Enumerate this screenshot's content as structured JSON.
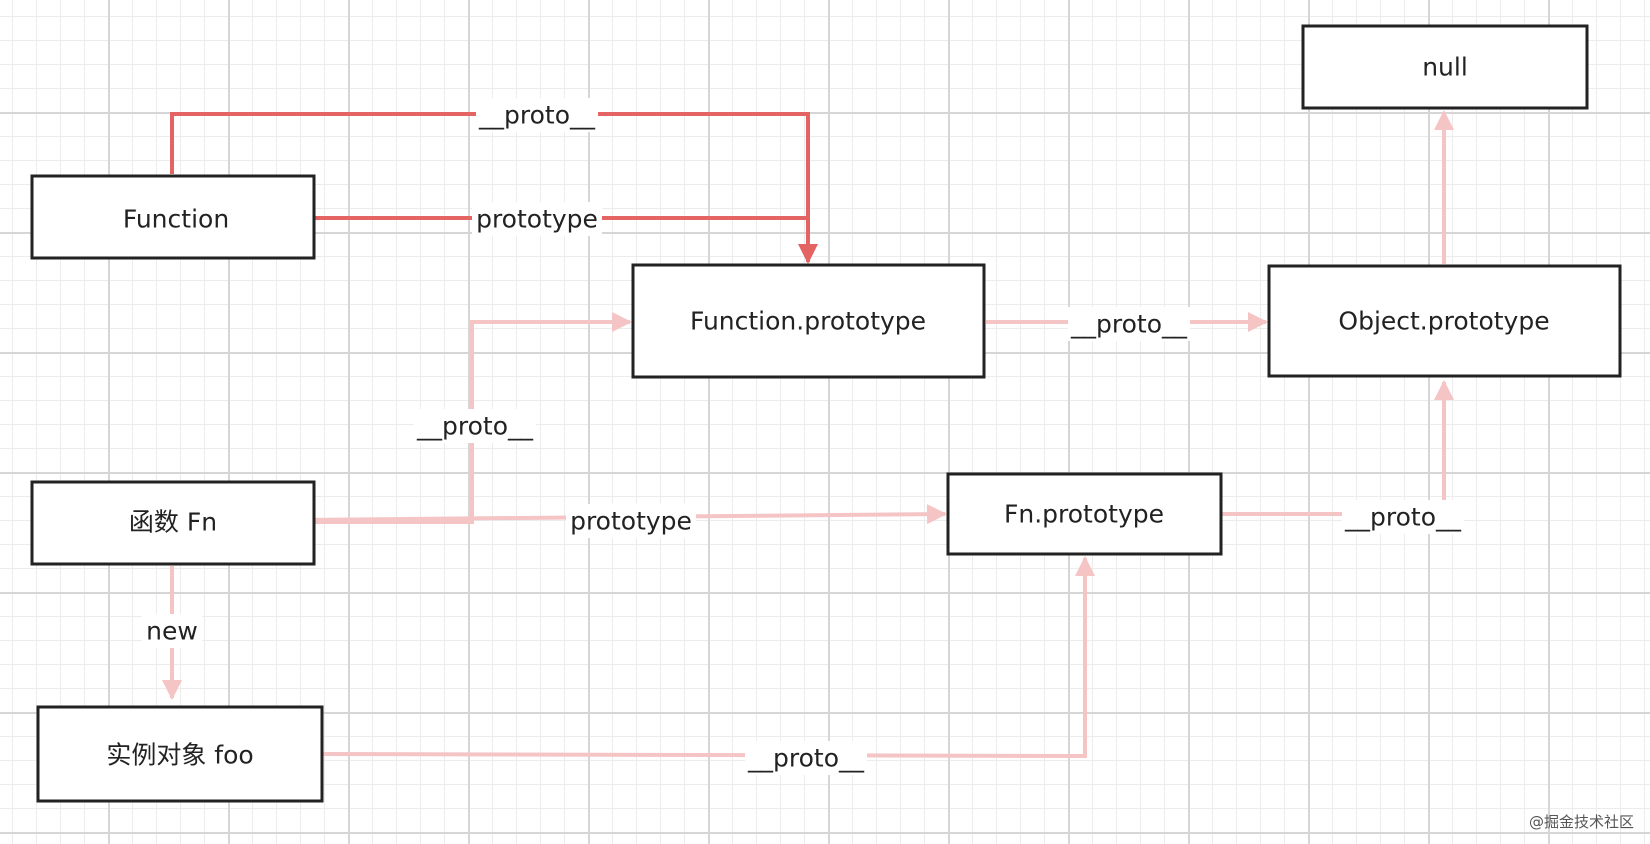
{
  "colors": {
    "strong": "#e46464",
    "light": "#f5c4c4",
    "stroke": "#222222"
  },
  "nodes": {
    "null": {
      "label": "null"
    },
    "function": {
      "label": "Function"
    },
    "function_prototype": {
      "label": "Function.prototype"
    },
    "object_prototype": {
      "label": "Object.prototype"
    },
    "fn": {
      "label": "函数 Fn"
    },
    "fn_prototype": {
      "label": "Fn.prototype"
    },
    "foo": {
      "label": "实例对象 foo"
    }
  },
  "edges": {
    "function_proto": {
      "label": "__proto__",
      "from": "Function",
      "to": "Function.prototype"
    },
    "function_prototype": {
      "label": "prototype",
      "from": "Function",
      "to": "Function.prototype"
    },
    "function_prototype_proto": {
      "label": "__proto__",
      "from": "Function.prototype",
      "to": "Object.prototype"
    },
    "object_prototype_proto": {
      "label": "",
      "from": "Object.prototype",
      "to": "null"
    },
    "fn_proto": {
      "label": "__proto__",
      "from": "函数 Fn",
      "to": "Function.prototype"
    },
    "fn_prototype": {
      "label": "prototype",
      "from": "函数 Fn",
      "to": "Fn.prototype"
    },
    "fn_new": {
      "label": "new",
      "from": "函数 Fn",
      "to": "实例对象 foo"
    },
    "foo_proto": {
      "label": "__proto__",
      "from": "实例对象 foo",
      "to": "Fn.prototype"
    },
    "fn_prototype_proto": {
      "label": "__proto__",
      "from": "Fn.prototype",
      "to": "Object.prototype"
    }
  },
  "watermark": "@掘金技术社区"
}
